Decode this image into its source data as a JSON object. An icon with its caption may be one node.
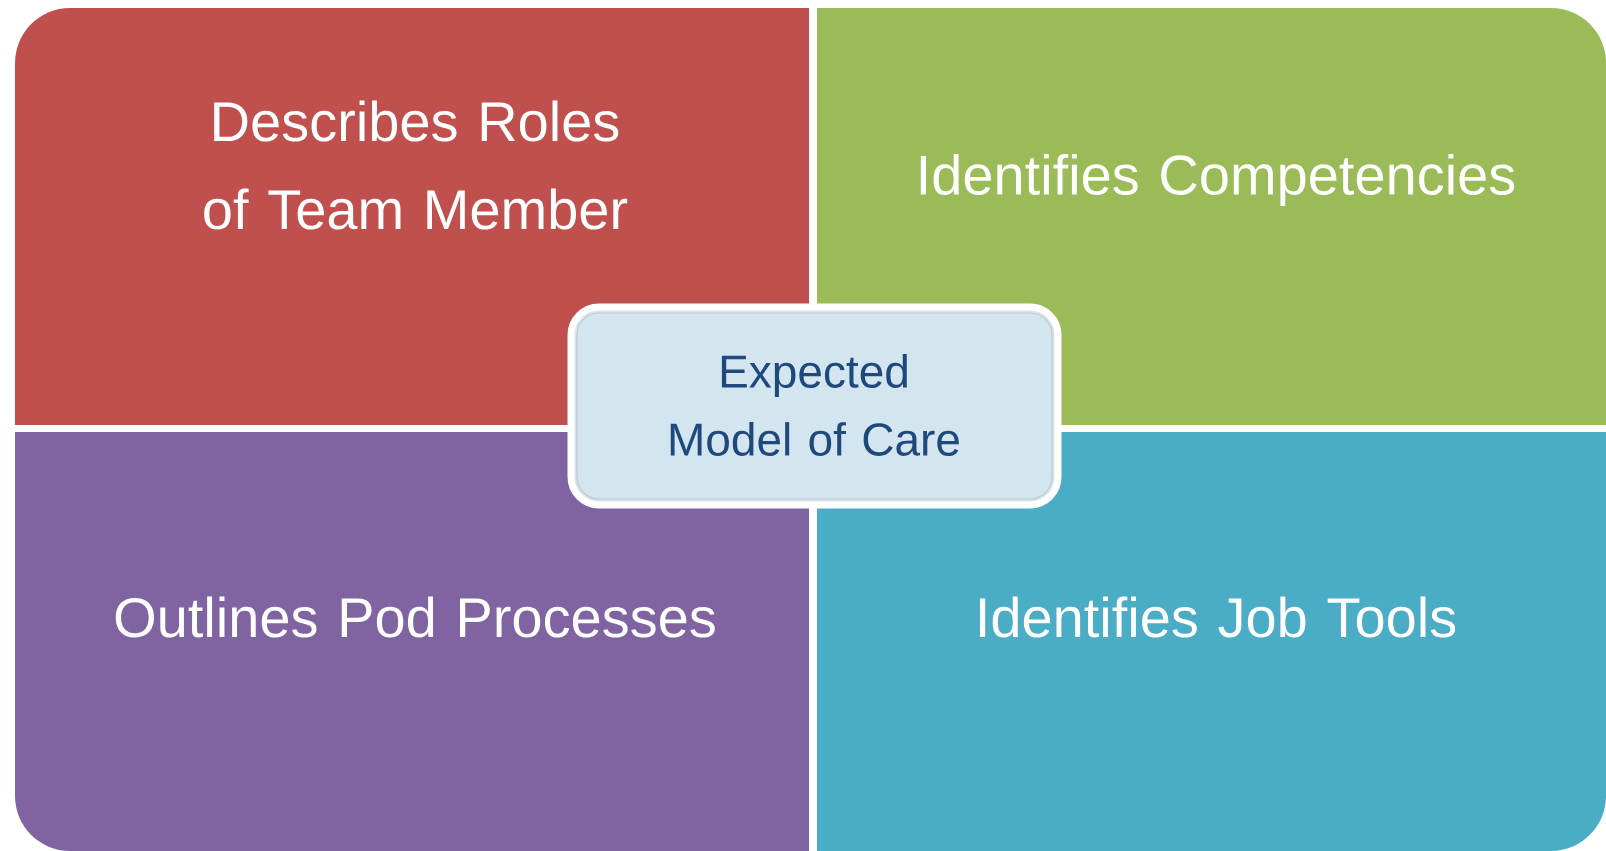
{
  "diagram": {
    "nodes": [
      {
        "text": [
          "Describes Roles of Team Member"
        ]
      },
      {
        "text": [
          "Identifies Competencies"
        ]
      },
      {
        "text": [
          "Outlines Pod Processes"
        ]
      },
      {
        "text": [
          "Identifies Job Tools"
        ]
      },
      {
        "text": [
          "Expected Model of Care"
        ]
      }
    ]
  }
}
